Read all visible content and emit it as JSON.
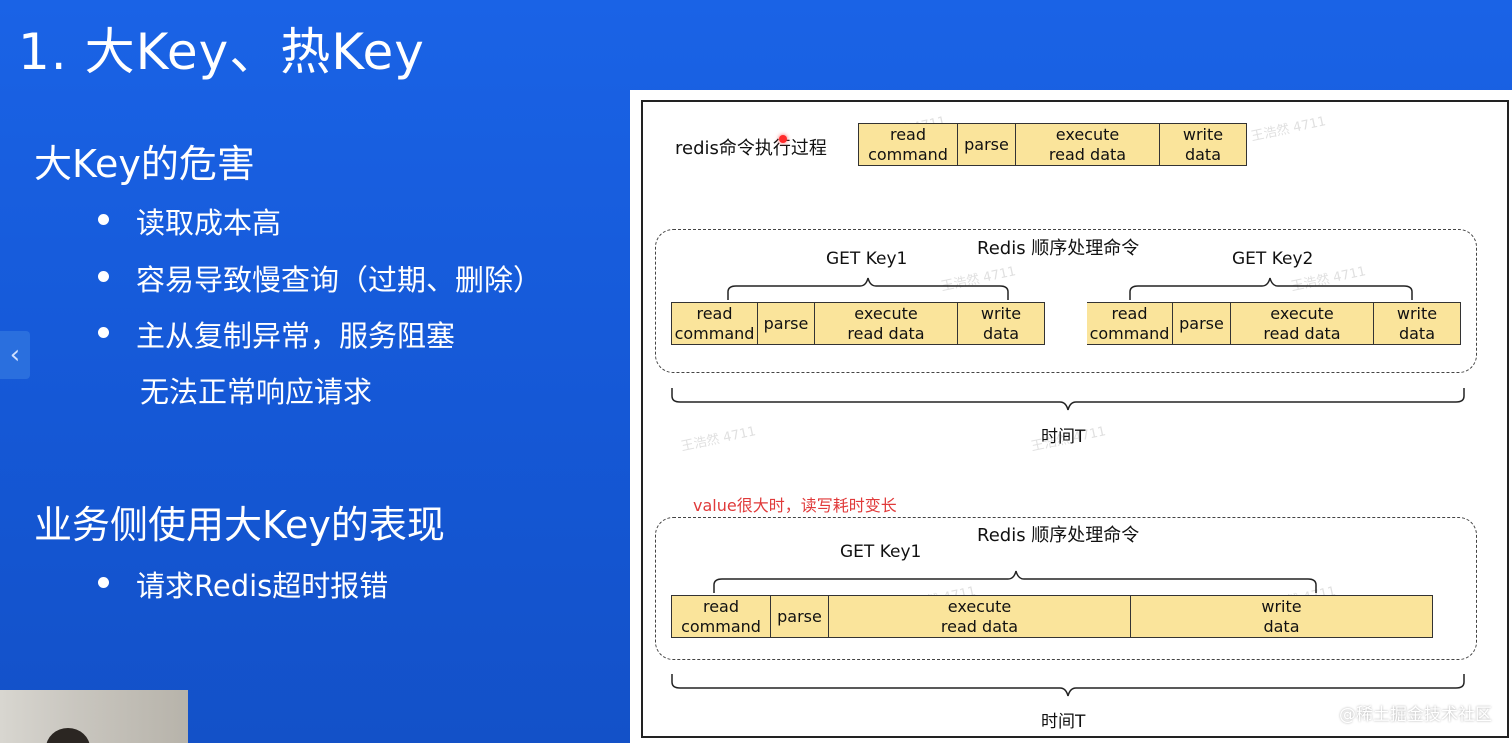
{
  "slide": {
    "title": "1. 大Key、热Key",
    "section1": {
      "heading": "大Key的危害",
      "bullets": [
        "读取成本高",
        "容易导致慢查询（过期、删除）",
        "主从复制异常，服务阻塞"
      ],
      "continuation": "无法正常响应请求"
    },
    "section2": {
      "heading": "业务侧使用大Key的表现",
      "bullets": [
        "请求Redis超时报错"
      ]
    },
    "nav_prev_icon": "chevron-left-icon",
    "brand_watermark": "@稀土掘金技术社区"
  },
  "diagram": {
    "watermark_text": "王浩然 4711",
    "exec_label": "redis命令执行过程",
    "stage_labels": {
      "read": "read\ncommand",
      "parse": "parse",
      "execute": "execute\nread data",
      "write": "write\ndata"
    },
    "top": {
      "group_label": "Redis 顺序处理命令",
      "key1": "GET Key1",
      "key2": "GET Key2",
      "time_label": "时间T"
    },
    "bottom": {
      "note": "value很大时，读写耗时变长",
      "group_label": "Redis 顺序处理命令",
      "key1": "GET Key1",
      "time_label": "时间T"
    },
    "colors": {
      "stage_fill": "#fae49b",
      "note_red": "#e03a3a",
      "slide_blue": "#1659d8"
    }
  }
}
